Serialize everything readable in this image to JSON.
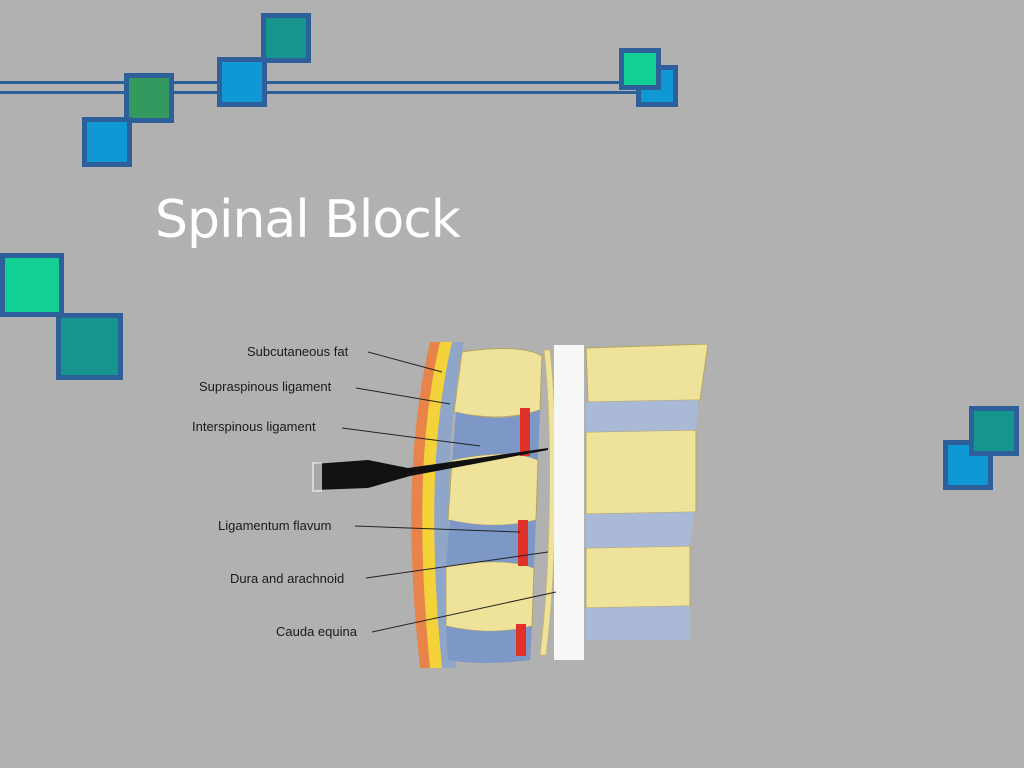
{
  "slide": {
    "title": "Spinal Block"
  },
  "diagram": {
    "labels": [
      "Subcutaneous fat",
      "Supraspinous ligament",
      "Interspinous ligament",
      "Ligamentum flavum",
      "Dura and arachnoid",
      "Cauda equina"
    ]
  },
  "colors": {
    "background": "#b1b1b1",
    "square_border": "#2d5f9a",
    "square_blue": "#0f98d4",
    "square_teal": "#16958f",
    "square_green": "#339a5f",
    "square_mint": "#12cf93",
    "title_text": "#ffffff",
    "bone": "#efe39c",
    "disc": "#a9b9d6",
    "ligament_flavum": "#e0322a",
    "fat": "#f4d23a",
    "skin": "#e8844a"
  }
}
